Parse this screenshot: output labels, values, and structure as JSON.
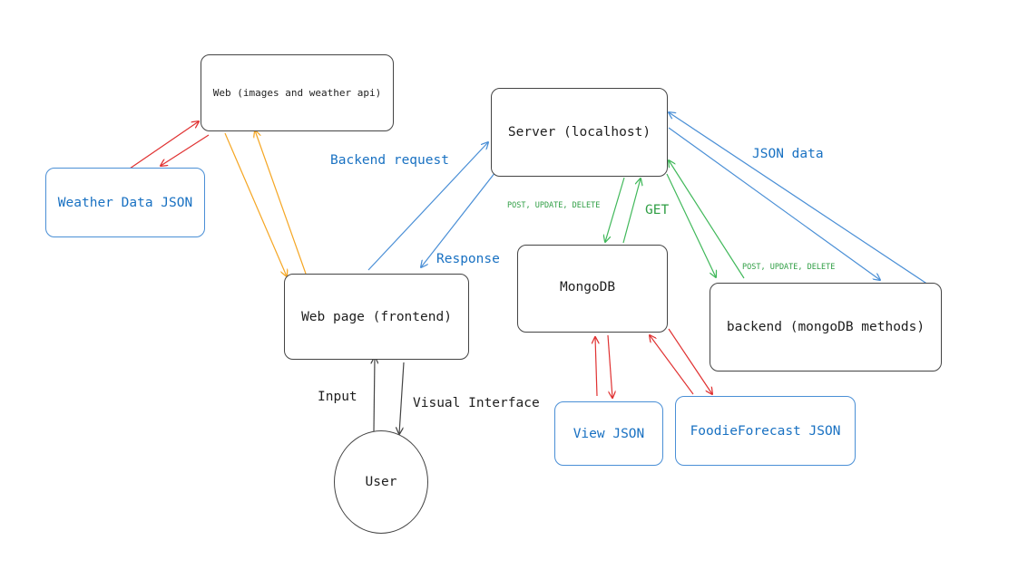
{
  "nodes": {
    "web_api": "Web (images and weather api)",
    "weather_json": "Weather Data JSON",
    "server": "Server (localhost)",
    "web_page": "Web page (frontend)",
    "mongodb": "MongoDB",
    "backend": "backend (mongoDB methods)",
    "view_json": "View JSON",
    "foodie_json": "FoodieForecast JSON",
    "user": "User"
  },
  "edge_labels": {
    "backend_request": "Backend request",
    "response": "Response",
    "json_data": "JSON data",
    "get": "GET",
    "post_update_delete_left": "POST, UPDATE, DELETE",
    "post_update_delete_right": "POST, UPDATE, DELETE",
    "input": "Input",
    "visual_interface": "Visual Interface"
  },
  "colors": {
    "black": "#444444",
    "blue": "#4a8fd6",
    "blue_text": "#1971c2",
    "green": "#40b85a",
    "green_text": "#2f9e44",
    "red": "#e03131",
    "orange": "#f5a623"
  }
}
